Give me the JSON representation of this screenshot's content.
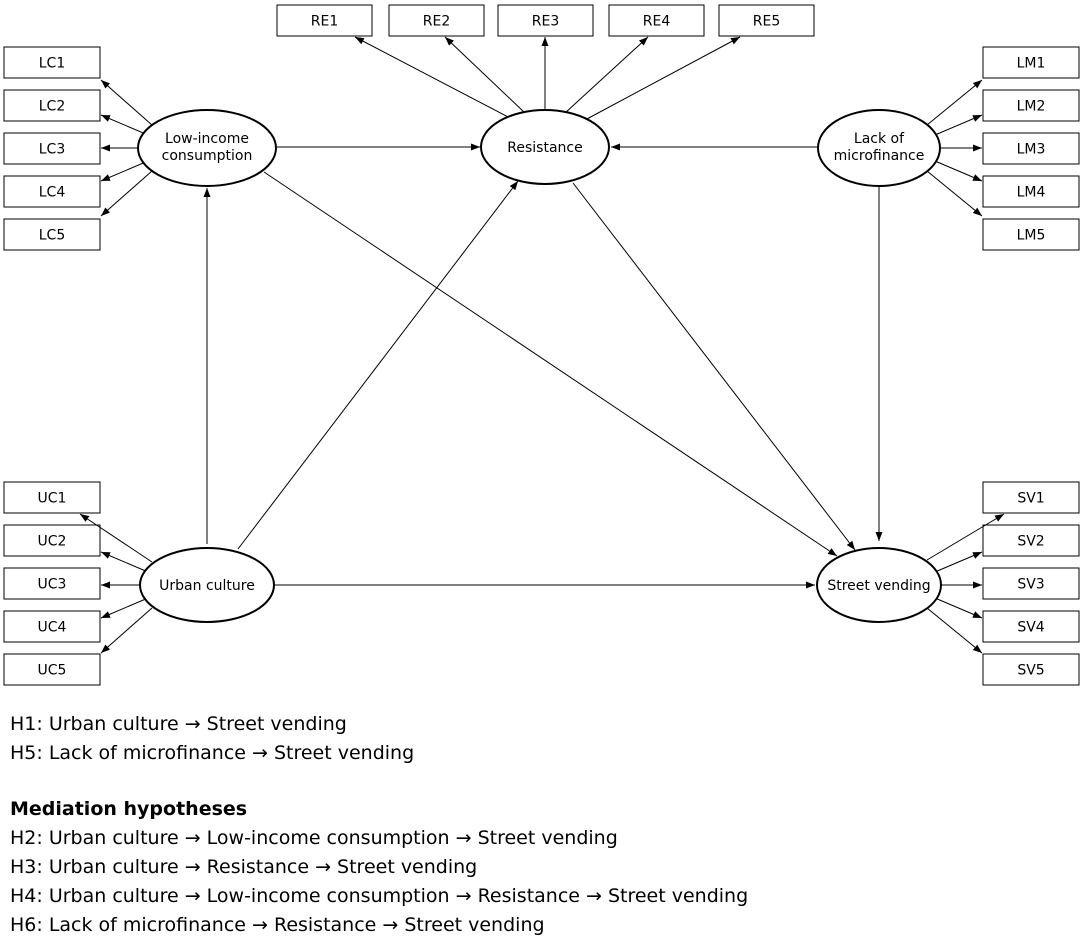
{
  "latents": {
    "lic": [
      "Low-income",
      "consumption"
    ],
    "res": [
      "Resistance"
    ],
    "lmf": [
      "Lack of",
      "microfinance"
    ],
    "uc": [
      "Urban culture"
    ],
    "sv": [
      "Street vending"
    ]
  },
  "indicators": {
    "re": [
      "RE1",
      "RE2",
      "RE3",
      "RE4",
      "RE5"
    ],
    "lc": [
      "LC1",
      "LC2",
      "LC3",
      "LC4",
      "LC5"
    ],
    "lm": [
      "LM1",
      "LM2",
      "LM3",
      "LM4",
      "LM5"
    ],
    "uc": [
      "UC1",
      "UC2",
      "UC3",
      "UC4",
      "UC5"
    ],
    "sv": [
      "SV1",
      "SV2",
      "SV3",
      "SV4",
      "SV5"
    ]
  },
  "hypotheses": {
    "direct": [
      "H1: Urban culture → Street vending",
      "H5: Lack of microfinance → Street vending"
    ],
    "mediation_title": "Mediation hypotheses",
    "mediation": [
      "H2: Urban culture → Low-income consumption → Street vending",
      "H3: Urban culture → Resistance → Street vending",
      "H4: Urban culture → Low-income consumption → Resistance → Street vending",
      "H6: Lack of microfinance → Resistance → Street vending"
    ]
  }
}
